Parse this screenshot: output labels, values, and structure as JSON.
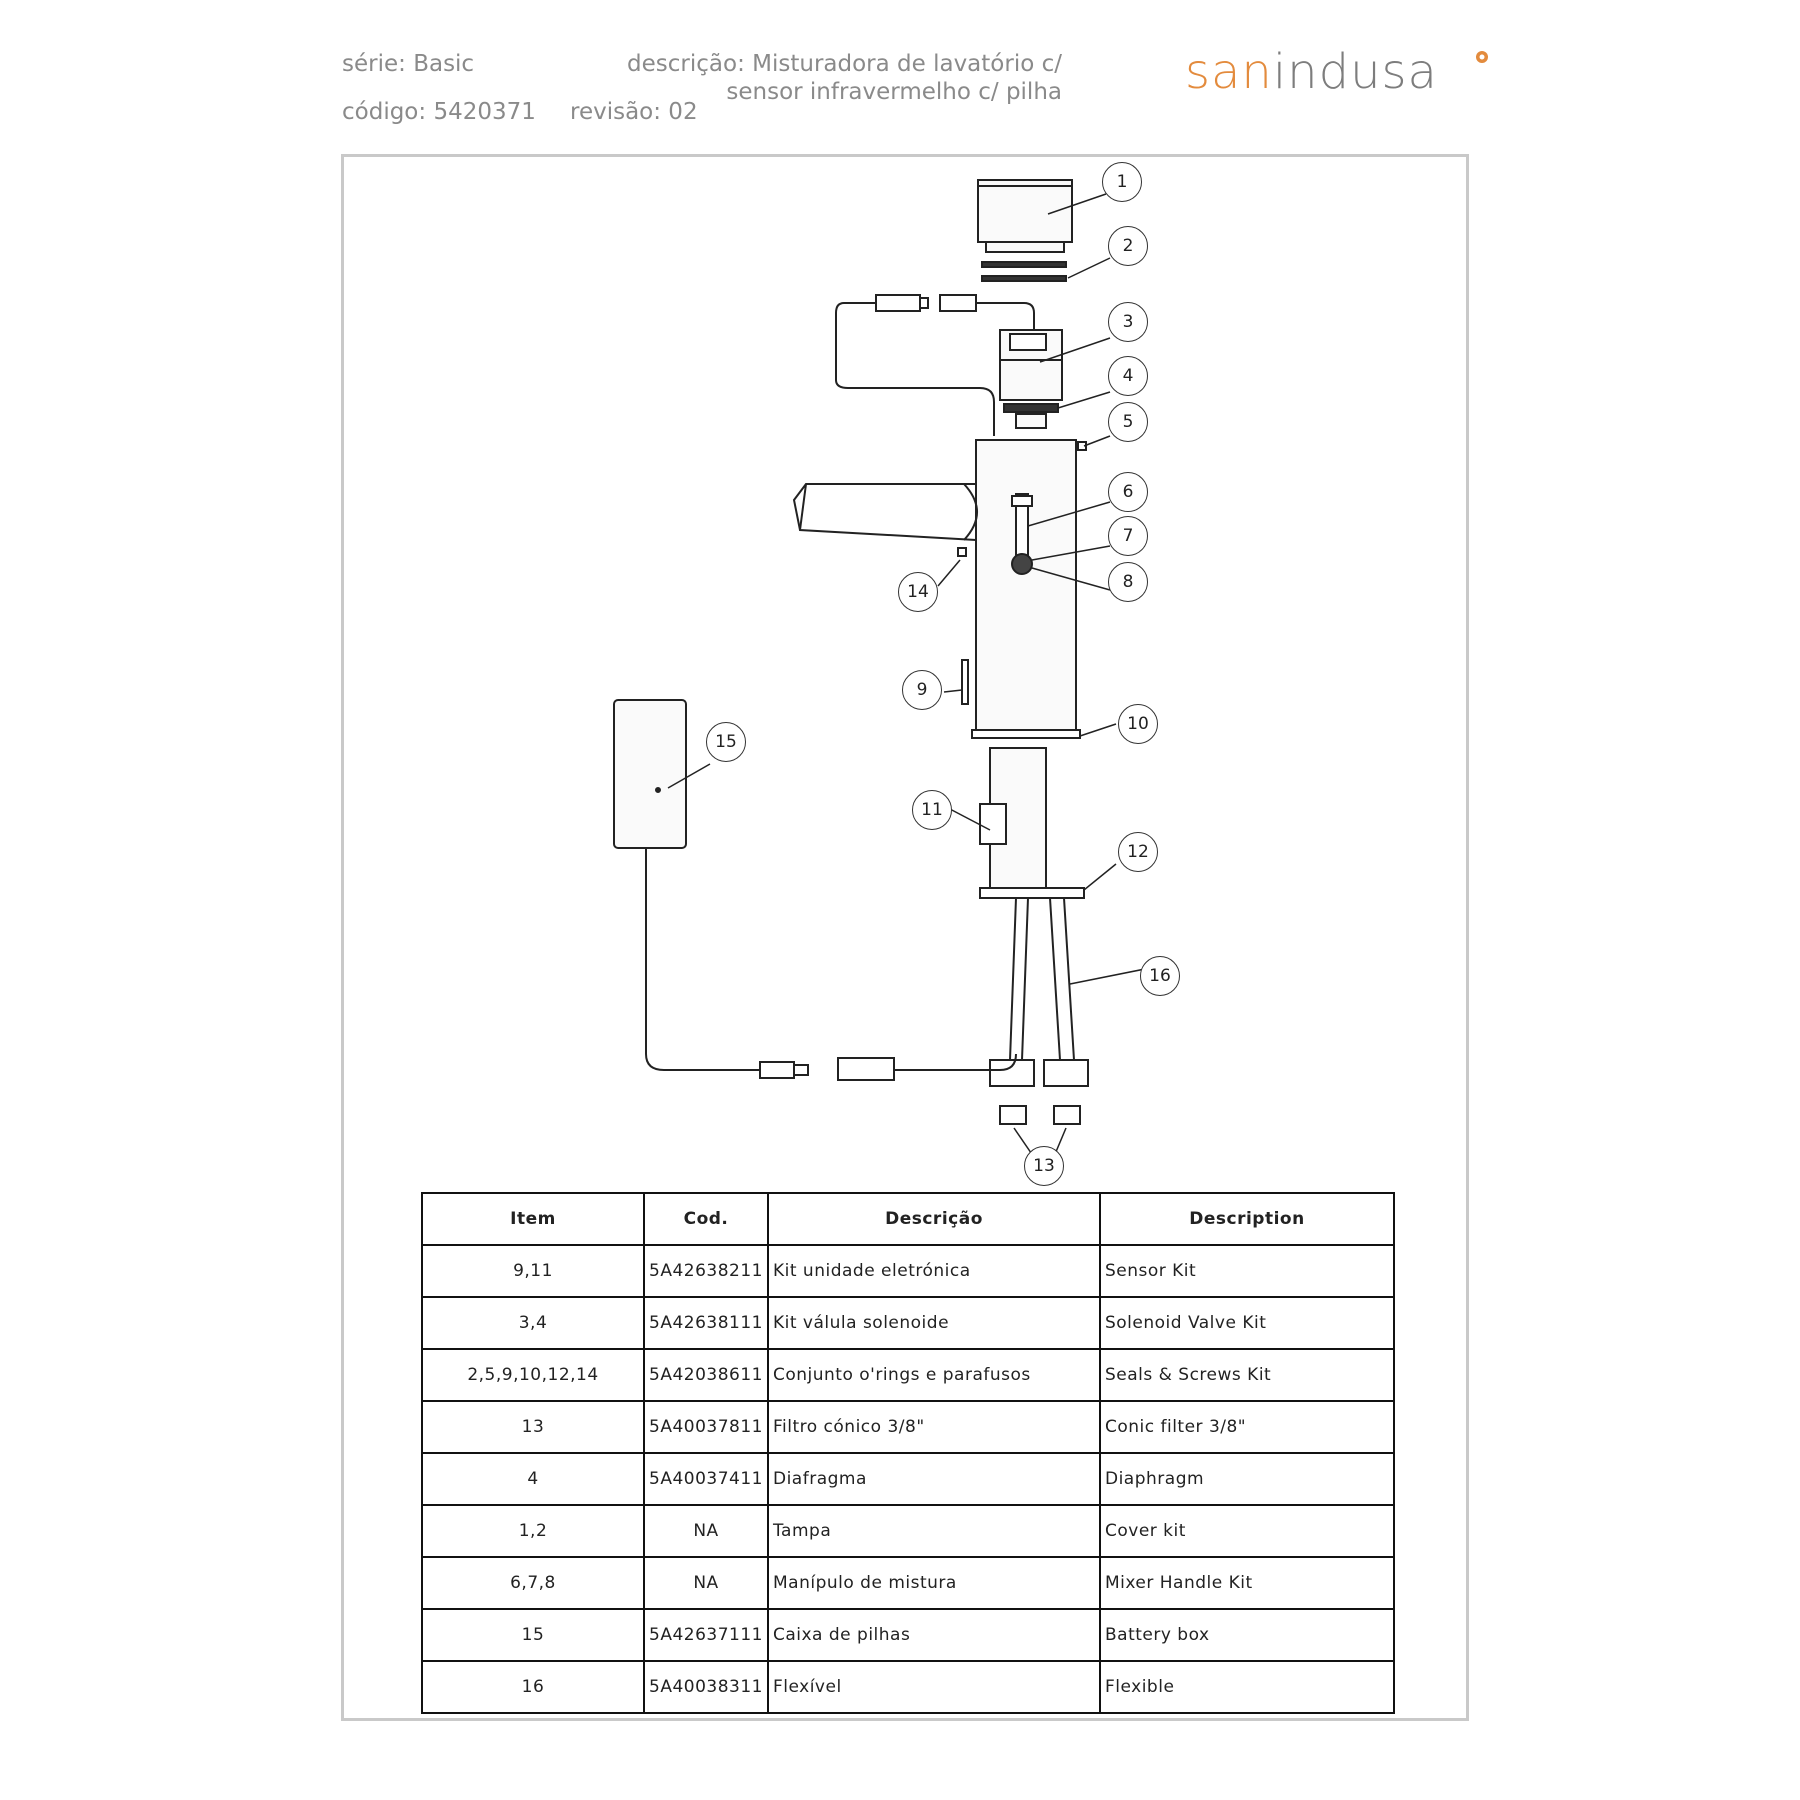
{
  "header": {
    "series": "série: Basic",
    "code": "código: 5420371",
    "description": "descrição: Misturadora de lavatório c/ sensor infravermelho c/ pilha",
    "revision": "revisão: 02",
    "logo_part1": "san",
    "logo_part2": "indusa"
  },
  "colors": {
    "brand_orange": "#e38b3d",
    "brand_gray": "#7d7d7d",
    "header_text": "#8a8a8a",
    "frame": "#c9c9c9"
  },
  "callouts": [
    "1",
    "2",
    "3",
    "4",
    "5",
    "6",
    "7",
    "8",
    "9",
    "10",
    "11",
    "12",
    "13",
    "14",
    "15",
    "16"
  ],
  "table": {
    "headers": [
      "Item",
      "Cod.",
      "Descrição",
      "Description"
    ],
    "rows": [
      [
        "9,11",
        "5A42638211",
        "Kit unidade eletrónica",
        "Sensor Kit"
      ],
      [
        "3,4",
        "5A42638111",
        "Kit válula solenoide",
        "Solenoid Valve Kit"
      ],
      [
        "2,5,9,10,12,14",
        "5A42038611",
        "Conjunto o'rings e parafusos",
        "Seals & Screws Kit"
      ],
      [
        "13",
        "5A40037811",
        "Filtro cónico 3/8\"",
        "Conic filter 3/8\""
      ],
      [
        "4",
        "5A40037411",
        "Diafragma",
        "Diaphragm"
      ],
      [
        "1,2",
        "NA",
        "Tampa",
        "Cover kit"
      ],
      [
        "6,7,8",
        "NA",
        "Manípulo de mistura",
        "Mixer Handle Kit"
      ],
      [
        "15",
        "5A42637111",
        "Caixa de pilhas",
        "Battery box"
      ],
      [
        "16",
        "5A40038311",
        "Flexível",
        "Flexible"
      ]
    ]
  }
}
